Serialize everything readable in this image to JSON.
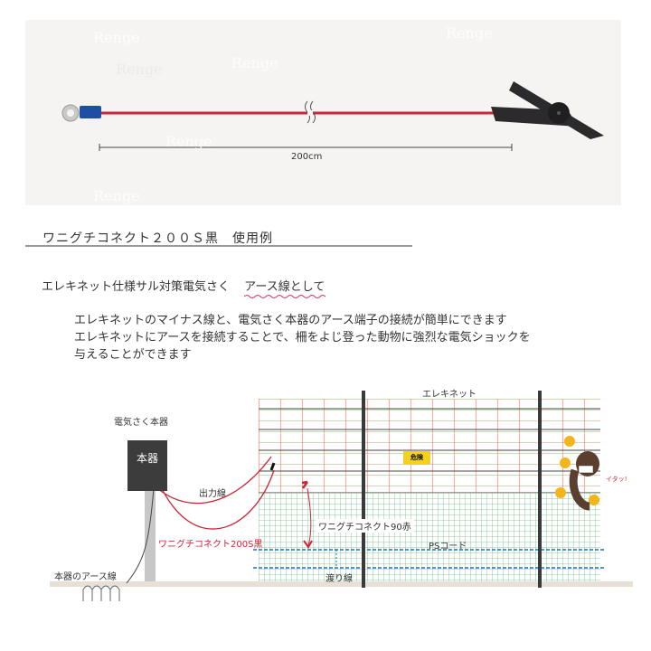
{
  "product_photo": {
    "dimension_label": "200cm",
    "watermark_text": "Renge",
    "colors": {
      "background": "#f5f4f2",
      "wire": "#c8283a",
      "terminal": "#1e4fa0",
      "clip": "#2b2b2e"
    }
  },
  "section": {
    "title": "ワニグチコネクト２００Ｓ黒　使用例"
  },
  "description": {
    "lead_prefix": "エレキネット仕様サル対策電気さく",
    "lead_highlight": "アース線として",
    "lines": [
      "エレキネットのマイナス線と、電気さく本器のアース端子の接続が簡単にできます",
      "エレキネットにアースを接続することで、柵をよじ登った動物に強烈な電気ショックを",
      "与えることができます"
    ],
    "highlight_color": "#d6336c"
  },
  "diagram": {
    "labels": {
      "energizer_title": "電気さく本器",
      "energizer_box": "本器",
      "output_wire": "出力線",
      "clip_200s": "ワニグチコネクト200S黒",
      "ground_wire": "本器のアース線",
      "net_name": "エレキネット",
      "clip_90": "ワニグチコネクト90赤",
      "ps_cord": "PSコード",
      "jumper": "渡り線",
      "monkey_cry": "イタッ!",
      "sign": "危険"
    },
    "colors": {
      "upper_net": "#e8603c",
      "lower_net": "#3cae5a",
      "hot_wire": "#444444",
      "ps_cord": "#1f6fbf",
      "post": "#3a3a3a",
      "ground": "#e8e0d6"
    }
  }
}
